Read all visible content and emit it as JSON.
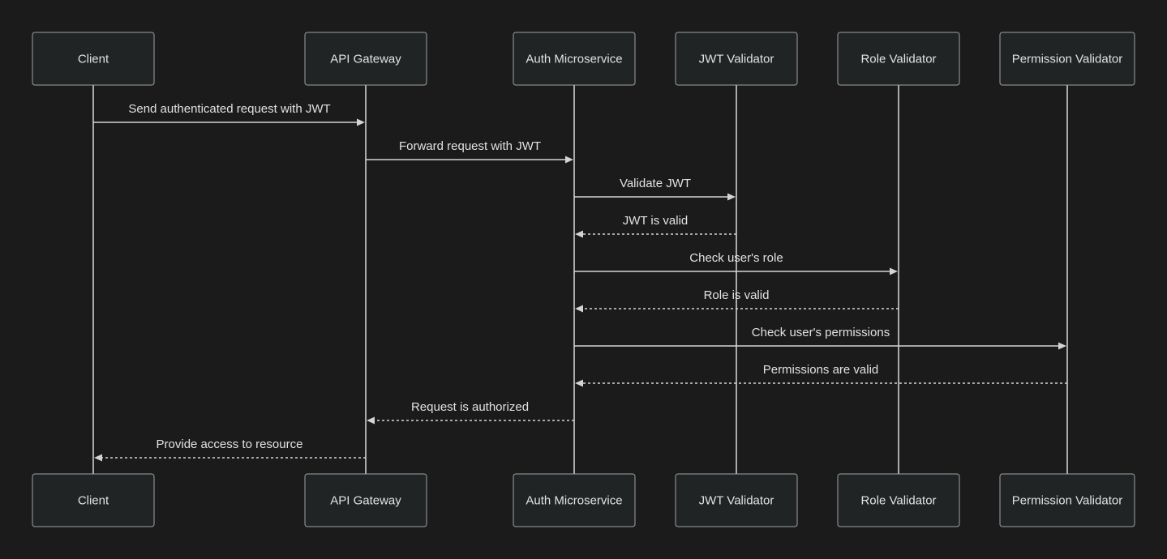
{
  "diagram": {
    "type": "sequence",
    "participants": [
      {
        "id": "client",
        "label": "Client"
      },
      {
        "id": "gateway",
        "label": "API Gateway"
      },
      {
        "id": "auth",
        "label": "Auth Microservice"
      },
      {
        "id": "jwt",
        "label": "JWT Validator"
      },
      {
        "id": "role",
        "label": "Role Validator"
      },
      {
        "id": "perm",
        "label": "Permission Validator"
      }
    ],
    "messages": [
      {
        "from": "client",
        "to": "gateway",
        "text": "Send authenticated request with JWT",
        "style": "solid"
      },
      {
        "from": "gateway",
        "to": "auth",
        "text": "Forward request with JWT",
        "style": "solid"
      },
      {
        "from": "auth",
        "to": "jwt",
        "text": "Validate JWT",
        "style": "solid"
      },
      {
        "from": "jwt",
        "to": "auth",
        "text": "JWT is valid",
        "style": "dashed"
      },
      {
        "from": "auth",
        "to": "role",
        "text": "Check user's role",
        "style": "solid"
      },
      {
        "from": "role",
        "to": "auth",
        "text": "Role is valid",
        "style": "dashed"
      },
      {
        "from": "auth",
        "to": "perm",
        "text": "Check user's permissions",
        "style": "solid"
      },
      {
        "from": "perm",
        "to": "auth",
        "text": "Permissions are valid",
        "style": "dashed"
      },
      {
        "from": "auth",
        "to": "gateway",
        "text": "Request is authorized",
        "style": "dashed"
      },
      {
        "from": "gateway",
        "to": "client",
        "text": "Provide access to resource",
        "style": "dashed"
      }
    ]
  },
  "colors": {
    "background": "#1b1b1b",
    "actor_fill": "#212424",
    "actor_stroke": "#9ea0a3",
    "line": "#d4d4d4",
    "text": "#e2e2e2"
  }
}
